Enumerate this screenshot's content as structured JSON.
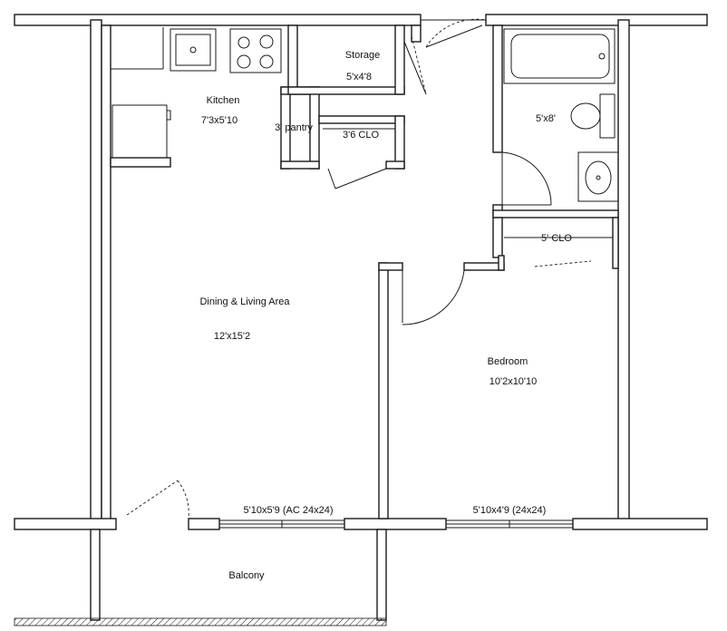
{
  "rooms": {
    "kitchen": {
      "name": "Kitchen",
      "size": "7'3x5'10"
    },
    "storage": {
      "name": "Storage",
      "size": "5'x4'8"
    },
    "pantry": {
      "name": "3' pantry"
    },
    "closet_hall": {
      "name": "3'6 CLO"
    },
    "bath": {
      "size": "5'x8'"
    },
    "closet_bed": {
      "name": "5' CLO"
    },
    "living": {
      "name": "Dining & Living Area",
      "size": "12'x15'2"
    },
    "bedroom": {
      "name": "Bedroom",
      "size": "10'2x10'10"
    },
    "balcony": {
      "name": "Balcony"
    }
  },
  "windows": {
    "living": "5'10x5'9 (AC 24x24)",
    "bedroom": "5'10x4'9 (24x24)"
  },
  "colors": {
    "line": "#1a1a1a",
    "background": "#ffffff"
  }
}
